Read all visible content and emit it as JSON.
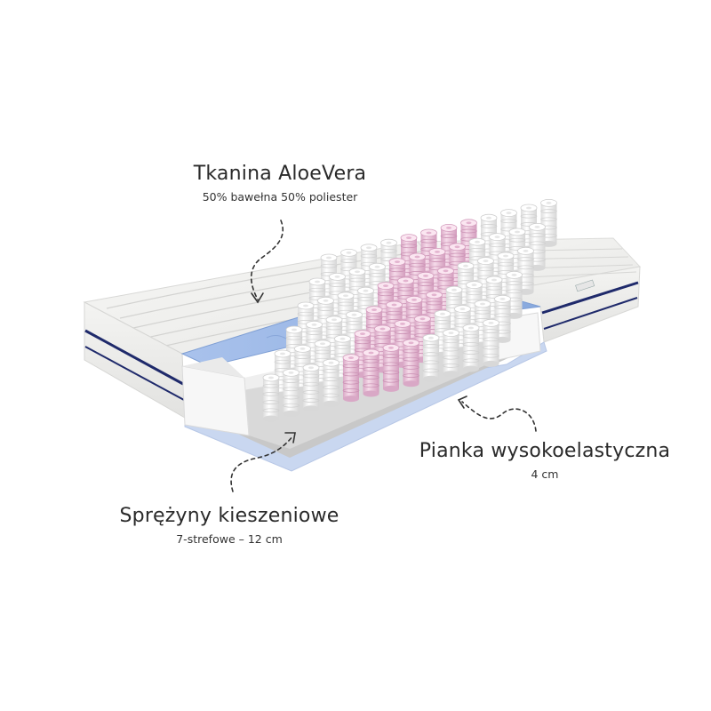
{
  "annotations": {
    "fabric": {
      "title": "Tkanina AloeVera",
      "detail": "50% bawełna 50% poliester"
    },
    "foam": {
      "title": "Pianka wysokoelastyczna",
      "detail": "4 cm"
    },
    "springs": {
      "title": "Sprężyny kieszeniowe",
      "detail": "7-strefowe – 12 cm"
    }
  },
  "colors": {
    "cover": "#f3f3f1",
    "quilt_line": "#d4d4d2",
    "piping": "#1f2a6b",
    "foam_blue": "#9cb8e6",
    "foam_white": "#f7f7f7",
    "felt": "#c9c9c9",
    "spring_white": "#f8f8f8",
    "spring_pink": "#efc7de"
  },
  "spring_zones": {
    "rows": 6,
    "columns": 12,
    "pink_columns": [
      4,
      5,
      6,
      7
    ]
  }
}
